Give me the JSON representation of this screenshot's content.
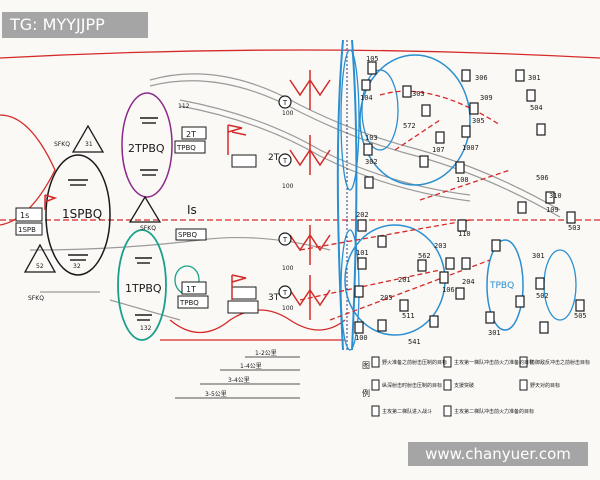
{
  "watermark_top": "TG: MYYJJPP",
  "watermark_bottom": "www.chanyuer.com",
  "colors": {
    "paper": "#fbf9f6",
    "red": "#d42a2a",
    "blue": "#2a8fd0",
    "navy": "#2a3a8c",
    "purple": "#8a2a8a",
    "teal": "#1aa08a",
    "gray": "#9a9a9a",
    "ink": "#1a1a1a"
  },
  "map": {
    "labels": {
      "spbq_big": "1SPBQ",
      "tpbq_2": "2TPBQ",
      "tpbq_1": "1TPBQ",
      "tpbq_right": "TPBQ",
      "box_1s": "1s",
      "box_1spb": "1SPB",
      "box_2t": "2T",
      "box_tpbq_a": "TPBQ",
      "box_1t": "1T",
      "box_tpbq_b": "TPBQ",
      "box_spbq": "SPBQ",
      "mid_2t": "2T",
      "mid_1s": "Is",
      "mid_3t": "3T",
      "sfkq_a": "SFKQ",
      "sfkq_b": "SFKQ",
      "sfkq_c": "SFKQ",
      "tag_31": "31",
      "tag_32": "32",
      "tag_52": "52",
      "tag_112": "112",
      "tag_132": "132",
      "tag_100a": "100",
      "tag_100b": "100",
      "tag_100c": "100",
      "tag_100d": "100"
    },
    "objective_numbers": [
      "105",
      "104",
      "303",
      "306",
      "301",
      "309",
      "504",
      "572",
      "107",
      "1007",
      "305",
      "103",
      "108",
      "302",
      "310",
      "109",
      "506",
      "101",
      "202",
      "110",
      "203",
      "562",
      "503",
      "204",
      "106",
      "511",
      "301",
      "502",
      "205",
      "100",
      "541",
      "301",
      "505",
      "201"
    ],
    "distance_labels": [
      "1-2公里",
      "1-4公里",
      "3-4公里",
      "3-5公里"
    ]
  },
  "legend": {
    "left_char_top": "图",
    "left_char_bottom": "例",
    "items": [
      {
        "text": "野火准备之前射击压制的目标"
      },
      {
        "text": "主攻第一梯队冲击前火力准备的目标"
      },
      {
        "text": "防御敌反冲击之前射击目标"
      },
      {
        "text": "野天对的目标"
      },
      {
        "text": "纵深射击时射击压制的目标"
      },
      {
        "text": "支援突破"
      },
      {
        "text": "主攻第二梯队冲击前火力准备的目标"
      },
      {
        "text": "主攻第二梯队进入战斗"
      }
    ]
  }
}
